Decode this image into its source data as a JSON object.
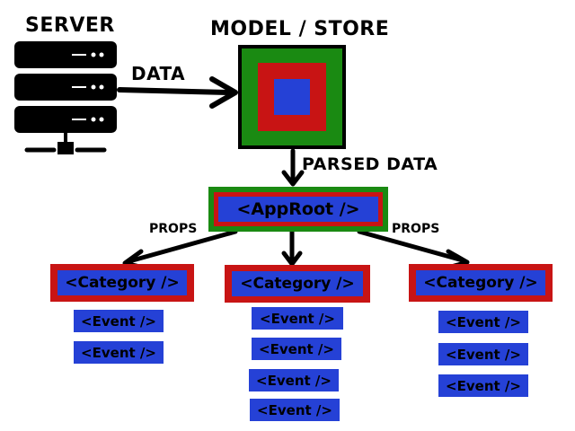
{
  "labels": {
    "server": "SERVER",
    "model_store": "MODEL / STORE",
    "data": "DATA",
    "parsed_data": "PARSED DATA",
    "props_left": "PROPS",
    "props_right": "PROPS"
  },
  "components": {
    "app_root": "<AppRoot />",
    "categories": [
      "<Category />",
      "<Category />",
      "<Category />"
    ],
    "events": {
      "left": [
        "<Event />",
        "<Event />"
      ],
      "middle": [
        "<Event />",
        "<Event />",
        "<Event />",
        "<Event />"
      ],
      "right": [
        "<Event />",
        "<Event />",
        "<Event />"
      ]
    }
  },
  "colors": {
    "green": "#1a8a12",
    "red": "#c81414",
    "blue": "#2541d6",
    "black": "#000000"
  }
}
